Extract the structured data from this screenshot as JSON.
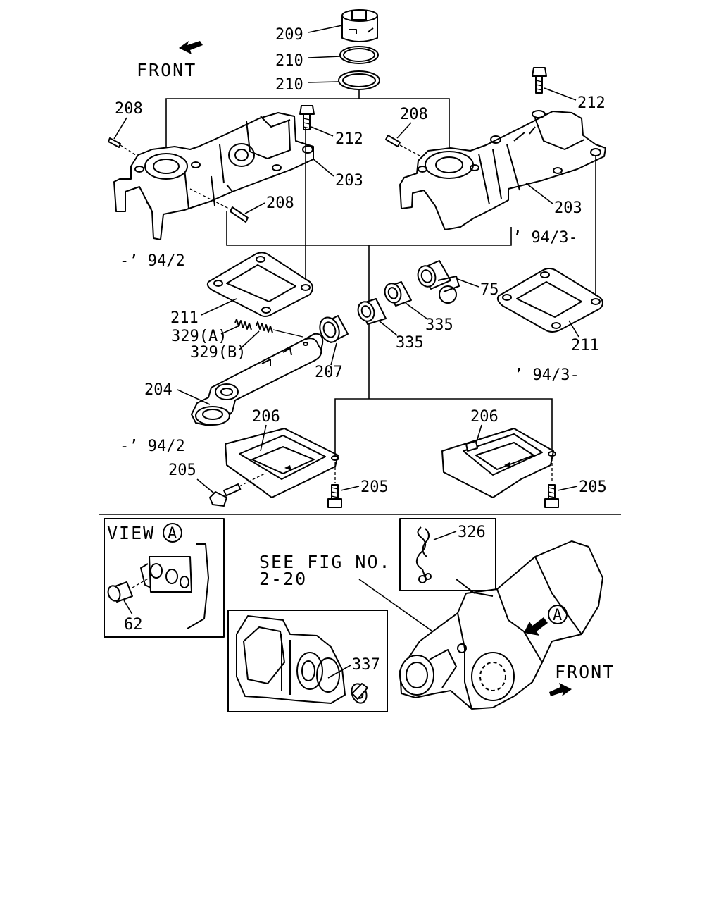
{
  "labels": {
    "front_top": "FRONT",
    "front_bottom": "FRONT",
    "p209": "209",
    "p210a": "210",
    "p210b": "210",
    "p208a": "208",
    "p208b": "208",
    "p208c": "208",
    "p212a": "212",
    "p212b": "212",
    "p203a": "203",
    "p203b": "203",
    "range_old_1": "-’ 94/2",
    "range_new_1": "’ 94/3-",
    "p211a": "211",
    "p211b": "211",
    "p75": "75",
    "p335a": "335",
    "p335b": "335",
    "p329a": "329(A)",
    "p329b": "329(B)",
    "p207": "207",
    "range_new_2": "’ 94/3-",
    "p204": "204",
    "p206a": "206",
    "p206b": "206",
    "range_old_2": "-’ 94/2",
    "p205a": "205",
    "p205b": "205",
    "p205c": "205",
    "view_label": "VIEW",
    "view_circle": "A",
    "p62": "62",
    "see_fig_line1": "SEE FIG NO.",
    "see_fig_line2": "2-20",
    "p326": "326",
    "p337": "337",
    "callout_a": "A"
  }
}
